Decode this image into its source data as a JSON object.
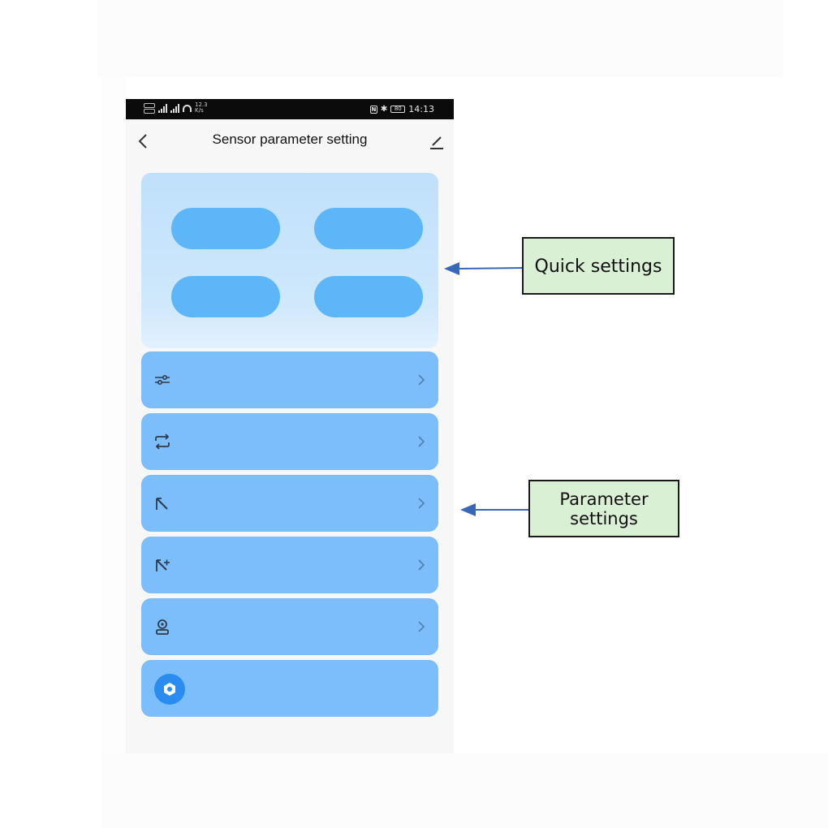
{
  "status_bar": {
    "net_speed_value": "12.3",
    "net_speed_unit": "K/s",
    "nfc_label": "N",
    "battery_label": "80",
    "time": "14:13"
  },
  "header": {
    "title": "Sensor parameter setting",
    "back_icon": "chevron-left-icon",
    "edit_icon": "pen-icon"
  },
  "quick_settings": {
    "buttons": [
      {
        "id": "pill-1",
        "label": ""
      },
      {
        "id": "pill-2",
        "label": ""
      },
      {
        "id": "pill-3",
        "label": ""
      },
      {
        "id": "pill-4",
        "label": ""
      }
    ]
  },
  "parameter_list": {
    "items": [
      {
        "icon": "sliders-icon",
        "label": "",
        "has_chevron": true
      },
      {
        "icon": "cycle-icon",
        "label": "",
        "has_chevron": true
      },
      {
        "icon": "angle-icon",
        "label": "",
        "has_chevron": true
      },
      {
        "icon": "angle-plus-icon",
        "label": "",
        "has_chevron": true
      },
      {
        "icon": "person-badge-icon",
        "label": "",
        "has_chevron": true
      },
      {
        "icon": "hex-settings-icon",
        "label": "",
        "has_chevron": false
      }
    ]
  },
  "callouts": {
    "quick_settings": "Quick settings",
    "parameter_settings_line1": "Parameter",
    "parameter_settings_line2": "settings"
  },
  "colors": {
    "status_bar_bg": "#0b0b0b",
    "phone_bg": "#f7f7f7",
    "quick_card_top": "#bfe0fb",
    "pill": "#5cb6f7",
    "row": "#7cbdfb",
    "settings_badge": "#2a8cf0",
    "callout_bg": "#d9f0d4",
    "arrow": "#3a66b8"
  }
}
